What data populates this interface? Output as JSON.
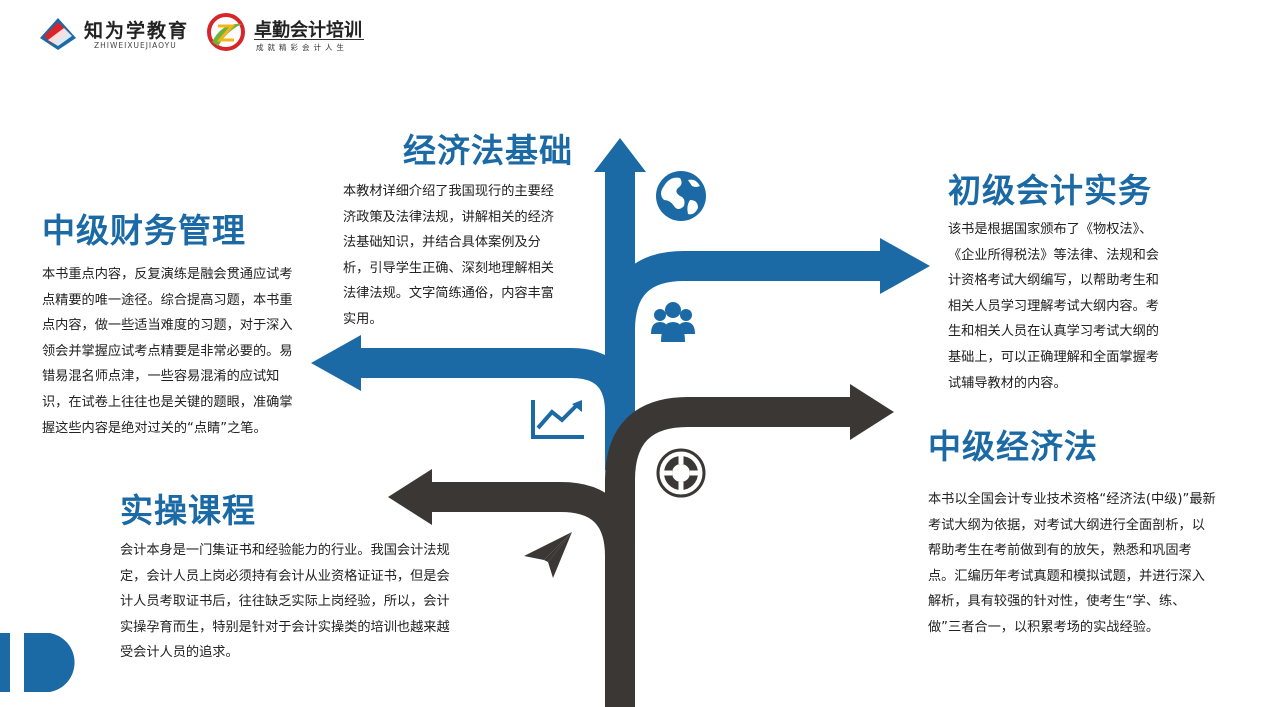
{
  "header": {
    "logo1": {
      "name_cn": "知为学教育",
      "name_en": "ZHIWEIXUEJIAOYU"
    },
    "logo2": {
      "name_cn": "卓勤会计培训",
      "slogan": "成就精彩会计人生"
    }
  },
  "sections": {
    "economic_law_basics": {
      "title": "经济法基础",
      "body": "本教材详细介绍了我国现行的主要经济政策及法律法规，讲解相关的经济法基础知识，并结合具体案例及分析，引导学生正确、深刻地理解相关法律法规。文字简练通俗，内容丰富实用。"
    },
    "intermediate_financial_mgmt": {
      "title": "中级财务管理",
      "body": "本书重点内容，反复演练是融会贯通应试考点精要的唯一途径。综合提高习题，本书重点内容，做一些适当难度的习题，对于深入领会并掌握应试考点精要是非常必要的。易错易混名师点津，一些容易混淆的应试知识，在试卷上往往也是关键的题眼，准确掌握这些内容是绝对过关的“点睛”之笔。"
    },
    "junior_accounting_practice": {
      "title": "初级会计实务",
      "body": "该书是根据国家颁布了《物权法》、《企业所得税法》等法律、法规和会计资格考试大纲编写，以帮助考生和相关人员学习理解考试大纲内容。考生和相关人员在认真学习考试大纲的基础上，可以正确理解和全面掌握考试辅导教材的内容。"
    },
    "intermediate_economic_law": {
      "title": "中级经济法",
      "body": "本书以全国会计专业技术资格“经济法(中级)”最新考试大纲为依据，对考试大纲进行全面剖析，以帮助考生在考前做到有的放矢，熟悉和巩固考点。汇编历年考试真题和模拟试题，并进行深入解析，具有较强的针对性，使考生“学、练、做”三者合一，以积累考场的实战经验。"
    },
    "practical_course": {
      "title": "实操课程",
      "body": "会计本身是一门集证书和经验能力的行业。我国会计法规定，会计人员上岗必须持有会计从业资格证证书，但是会计人员考取证书后，往往缺乏实际上岗经验，所以，会计实操孕育而生，特别是针对于会计实操类的培训也越来越受会计人员的追求。"
    }
  },
  "icons": [
    "globe-icon",
    "people-icon",
    "chart-icon",
    "lifebuoy-icon",
    "paper-plane-icon"
  ],
  "colors": {
    "blue": "#1b6aa5",
    "dark": "#3a3734",
    "white": "#ffffff"
  }
}
